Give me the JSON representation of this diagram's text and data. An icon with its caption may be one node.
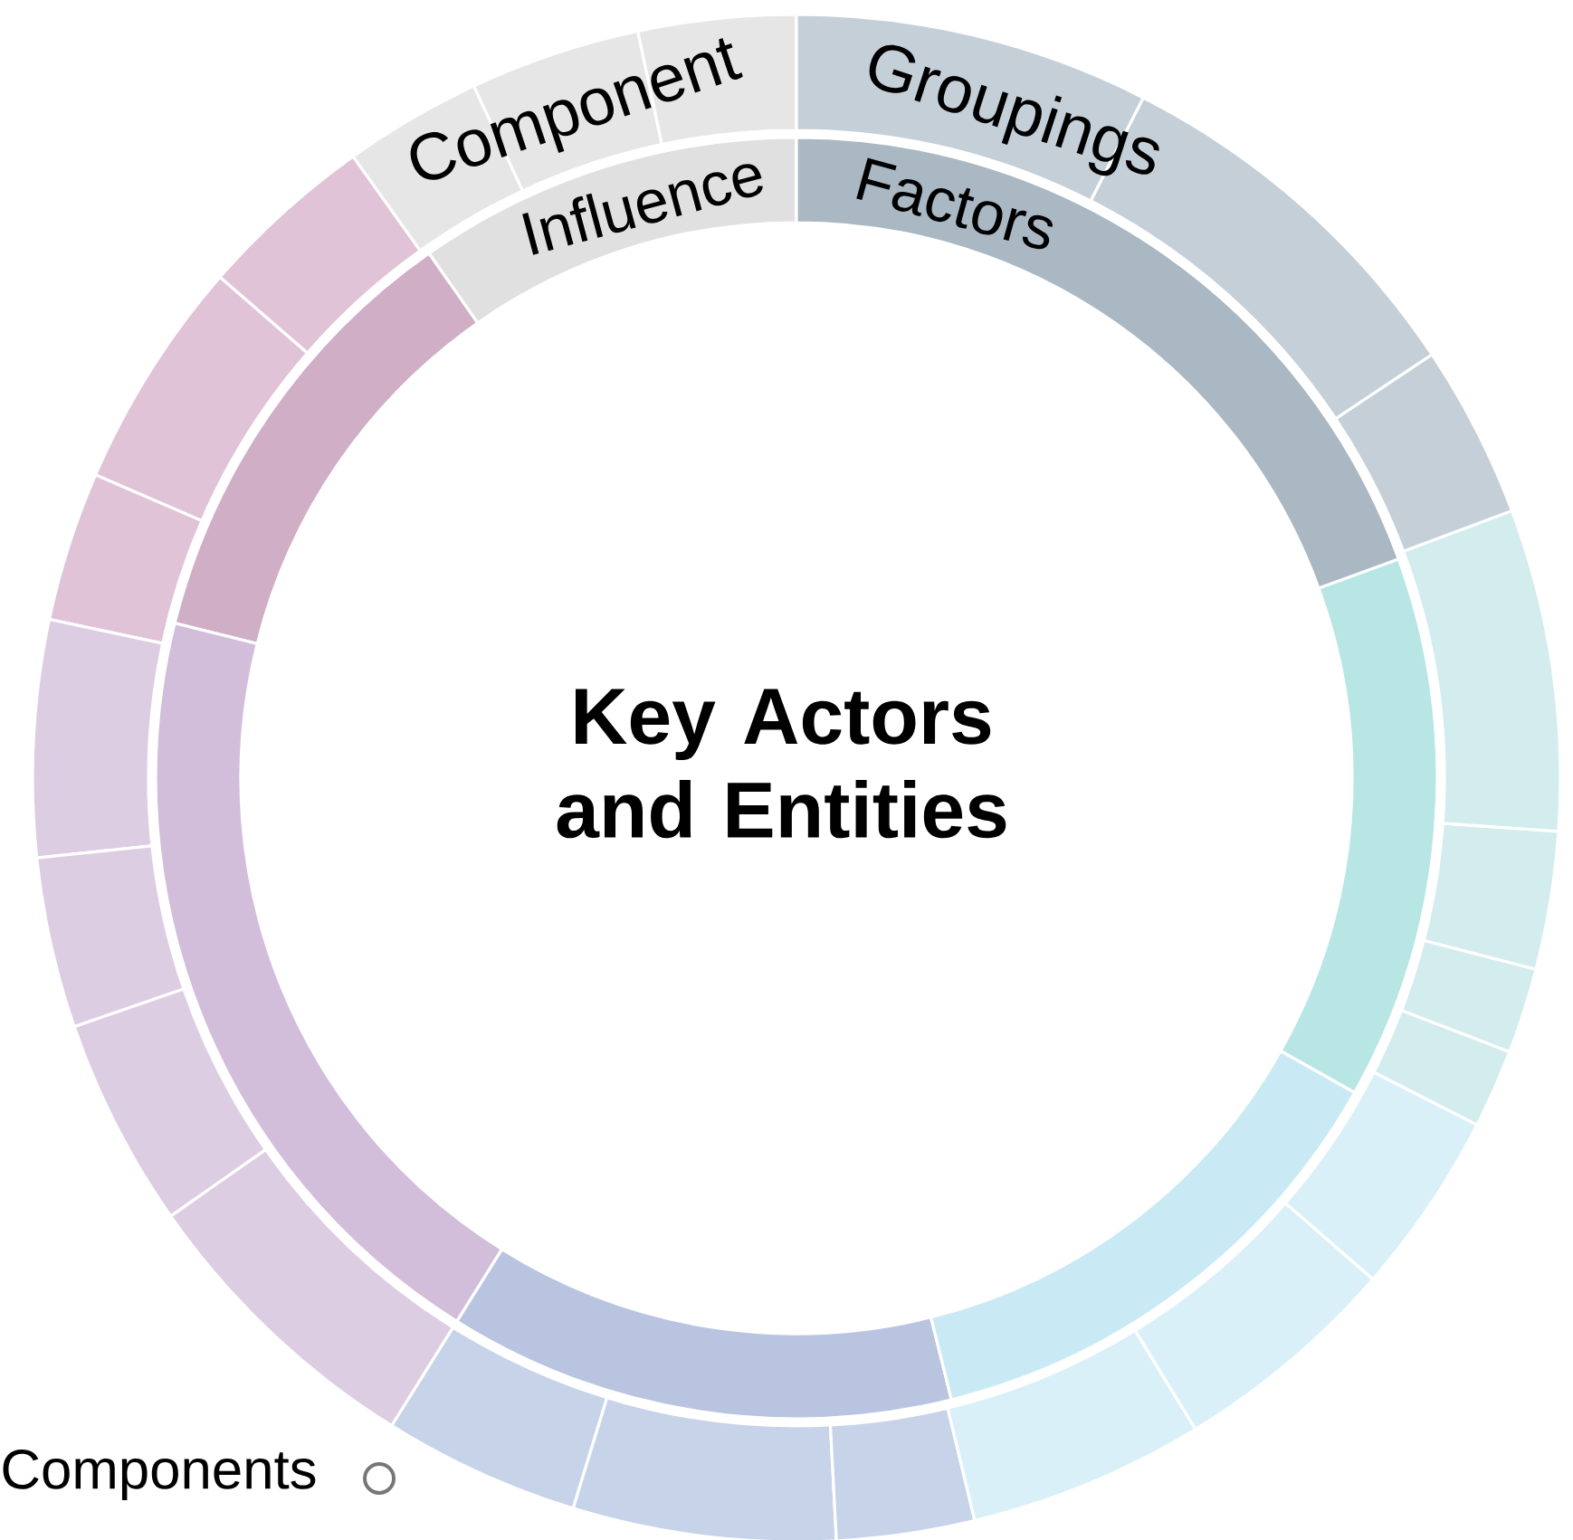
{
  "diagram": {
    "nodes": [
      {
        "text": [
          "Key Actors and Entities"
        ]
      }
    ],
    "labels": [
      "Component",
      "Groupings",
      "Influence",
      "Factors"
    ],
    "legend": [
      {
        "text": "Components"
      }
    ]
  }
}
